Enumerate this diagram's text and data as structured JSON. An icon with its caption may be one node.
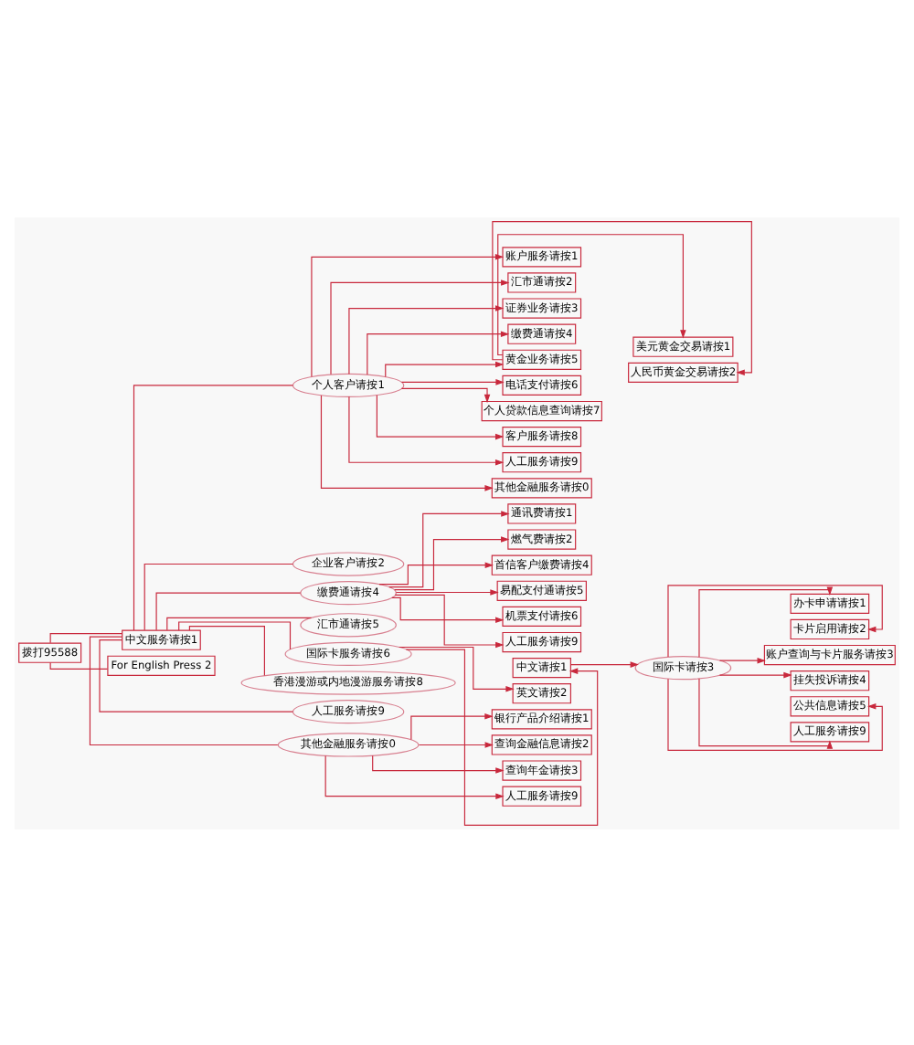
{
  "diagram": {
    "nodes": [
      {
        "text": [
          "拨打95588"
        ]
      },
      {
        "text": [
          "中文服务请按1"
        ]
      },
      {
        "text": [
          "For English Press 2"
        ]
      },
      {
        "text": [
          "个人客户请按1"
        ]
      },
      {
        "text": [
          "账户服务请按1"
        ]
      },
      {
        "text": [
          "汇市通请按2"
        ]
      },
      {
        "text": [
          "证券业务请按3"
        ]
      },
      {
        "text": [
          "缴费通请按4"
        ]
      },
      {
        "text": [
          "黄金业务请按5"
        ]
      },
      {
        "text": [
          "电话支付请按6"
        ]
      },
      {
        "text": [
          "个人贷款信息查询请按7"
        ]
      },
      {
        "text": [
          "客户服务请按8"
        ]
      },
      {
        "text": [
          "人工服务请按9"
        ]
      },
      {
        "text": [
          "其他金融服务请按0"
        ]
      },
      {
        "text": [
          "美元黄金交易请按1"
        ]
      },
      {
        "text": [
          "人民币黄金交易请按2"
        ]
      },
      {
        "text": [
          "企业客户请按2"
        ]
      },
      {
        "text": [
          "缴费通请按4"
        ]
      },
      {
        "text": [
          "通讯费请按1"
        ]
      },
      {
        "text": [
          "燃气费请按2"
        ]
      },
      {
        "text": [
          "首信客户缴费请按4"
        ]
      },
      {
        "text": [
          "易配支付通请按5"
        ]
      },
      {
        "text": [
          "机票支付请按6"
        ]
      },
      {
        "text": [
          "人工服务请按9"
        ]
      },
      {
        "text": [
          "汇市通请按5"
        ]
      },
      {
        "text": [
          "国际卡服务请按6"
        ]
      },
      {
        "text": [
          "中文请按1"
        ]
      },
      {
        "text": [
          "英文请按2"
        ]
      },
      {
        "text": [
          "国际卡请按3"
        ]
      },
      {
        "text": [
          "办卡申请请按1"
        ]
      },
      {
        "text": [
          "卡片启用请按2"
        ]
      },
      {
        "text": [
          "账户查询与卡片服务请按3"
        ]
      },
      {
        "text": [
          "挂失投诉请按4"
        ]
      },
      {
        "text": [
          "公共信息请按5"
        ]
      },
      {
        "text": [
          "人工服务请按9"
        ]
      },
      {
        "text": [
          "香港漫游或内地漫游服务请按8"
        ]
      },
      {
        "text": [
          "人工服务请按9"
        ]
      },
      {
        "text": [
          "其他金融服务请按0"
        ]
      },
      {
        "text": [
          "银行产品介绍请按1"
        ]
      },
      {
        "text": [
          "查询金融信息请按2"
        ]
      },
      {
        "text": [
          "查询年金请按3"
        ]
      },
      {
        "text": [
          "人工服务请按9"
        ]
      }
    ],
    "edges": [
      {
        "from": 0,
        "to": 1,
        "arrow": "none"
      },
      {
        "from": 0,
        "to": 2,
        "arrow": "none"
      },
      {
        "from": 1,
        "to": 3,
        "arrow": "none"
      },
      {
        "from": 1,
        "to": 16,
        "arrow": "none"
      },
      {
        "from": 1,
        "to": 17,
        "arrow": "none"
      },
      {
        "from": 1,
        "to": 24,
        "arrow": "none"
      },
      {
        "from": 1,
        "to": 25,
        "arrow": "none"
      },
      {
        "from": 1,
        "to": 35,
        "arrow": "none"
      },
      {
        "from": 1,
        "to": 36,
        "arrow": "none"
      },
      {
        "from": 1,
        "to": 37,
        "arrow": "none"
      },
      {
        "from": 3,
        "to": 4,
        "arrow": "to"
      },
      {
        "from": 3,
        "to": 5,
        "arrow": "to"
      },
      {
        "from": 3,
        "to": 6,
        "arrow": "to"
      },
      {
        "from": 3,
        "to": 7,
        "arrow": "to"
      },
      {
        "from": 3,
        "to": 8,
        "arrow": "to"
      },
      {
        "from": 3,
        "to": 9,
        "arrow": "to"
      },
      {
        "from": 3,
        "to": 10,
        "arrow": "to"
      },
      {
        "from": 3,
        "to": 11,
        "arrow": "to"
      },
      {
        "from": 3,
        "to": 12,
        "arrow": "to"
      },
      {
        "from": 3,
        "to": 13,
        "arrow": "to"
      },
      {
        "from": 8,
        "to": 14,
        "arrow": "to"
      },
      {
        "from": 8,
        "to": 15,
        "arrow": "to"
      },
      {
        "from": 17,
        "to": 18,
        "arrow": "to"
      },
      {
        "from": 17,
        "to": 19,
        "arrow": "to"
      },
      {
        "from": 17,
        "to": 20,
        "arrow": "to"
      },
      {
        "from": 17,
        "to": 21,
        "arrow": "to"
      },
      {
        "from": 17,
        "to": 22,
        "arrow": "to"
      },
      {
        "from": 17,
        "to": 23,
        "arrow": "to"
      },
      {
        "from": 25,
        "to": 26,
        "arrow": "to"
      },
      {
        "from": 25,
        "to": 27,
        "arrow": "to"
      },
      {
        "from": 26,
        "to": 28,
        "arrow": "to"
      },
      {
        "from": 28,
        "to": 29,
        "arrow": "to"
      },
      {
        "from": 28,
        "to": 30,
        "arrow": "to"
      },
      {
        "from": 28,
        "to": 31,
        "arrow": "to"
      },
      {
        "from": 28,
        "to": 32,
        "arrow": "to"
      },
      {
        "from": 28,
        "to": 33,
        "arrow": "to"
      },
      {
        "from": 28,
        "to": 34,
        "arrow": "to"
      },
      {
        "from": 37,
        "to": 38,
        "arrow": "to"
      },
      {
        "from": 37,
        "to": 39,
        "arrow": "to"
      },
      {
        "from": 37,
        "to": 40,
        "arrow": "to"
      },
      {
        "from": 37,
        "to": 41,
        "arrow": "to"
      }
    ]
  }
}
